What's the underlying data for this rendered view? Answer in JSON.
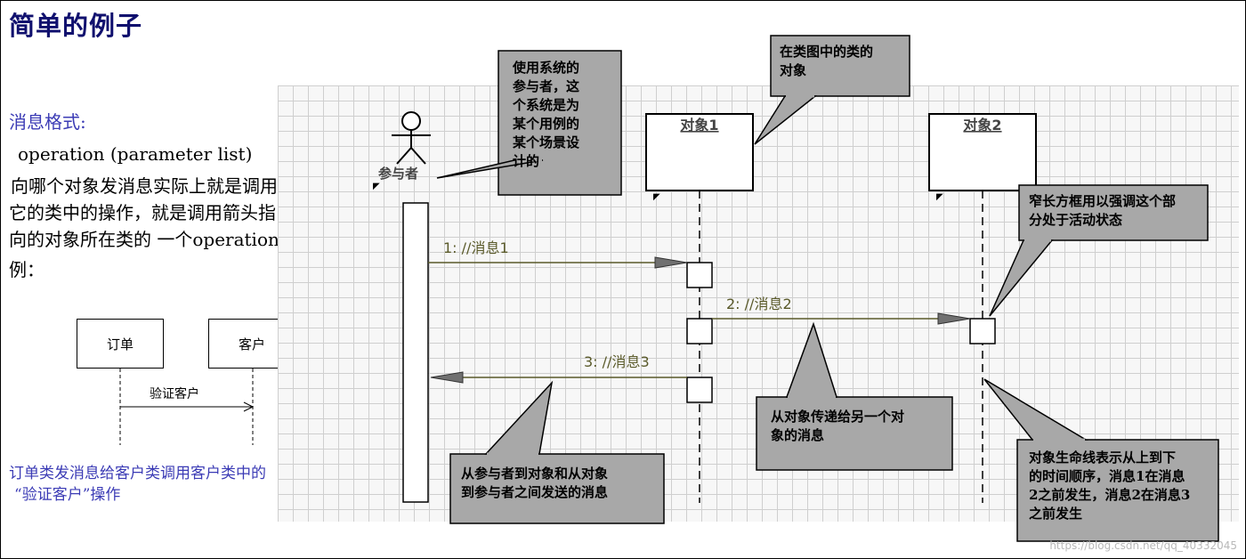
{
  "title": "简单的例子",
  "left": {
    "heading": "消息格式:",
    "format": "operation (parameter list)",
    "desc": [
      "向哪个对象发消息实际上就是调用",
      "它的类中的操作，就是调用箭头指",
      "向的对象所在类的 一个operation。"
    ],
    "example_label": "例：",
    "caption": [
      "订单类发消息给客户类调用客户类中的",
      "“验证客户”操作"
    ]
  },
  "mini_diagram": {
    "box1": "订单",
    "box2": "客户",
    "message": "验证客户"
  },
  "sequence": {
    "actor": "参与者",
    "object1": "对象1",
    "object2": "对象2",
    "msg1": "1: //消息1",
    "msg2": "2: //消息2",
    "msg3": "3: //消息3"
  },
  "callouts": {
    "actor_note": [
      "使用系统的",
      "参与者，这",
      "个系统是为",
      "某个用例的",
      "某个场景设",
      "计的"
    ],
    "object_note": [
      "在类图中的类的",
      "对象"
    ],
    "activation_note": [
      "窄长方框用以强调这个部",
      "分处于活动状态"
    ],
    "message_note": [
      "从对象传递给另一个对",
      "象的消息"
    ],
    "actor_msg_note": [
      "从参与者到对象和从对象",
      "到参与者之间发送的消息"
    ],
    "lifeline_note": [
      "对象生命线表示从上到下",
      "的时间顺序，消息1在消息",
      "2之前发生，消息2在消息3",
      "之前发生"
    ]
  },
  "watermark": "https://blog.csdn.net/qq_40332045"
}
